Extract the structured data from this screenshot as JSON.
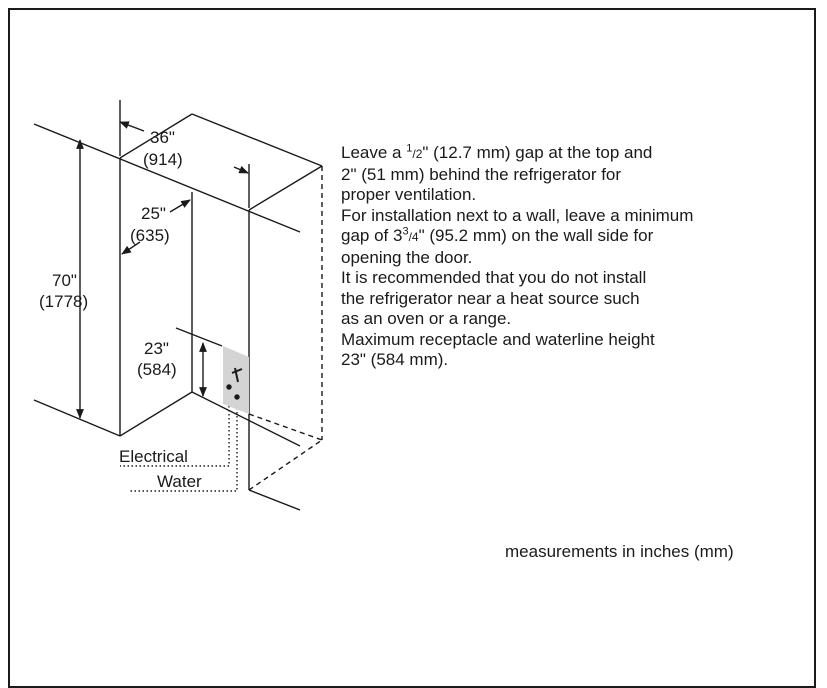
{
  "dimensions": {
    "width_in": "36\"",
    "width_mm": "(914)",
    "depth_in": "25\"",
    "depth_mm": "(635)",
    "height_in": "70\"",
    "height_mm": "(1778)",
    "utility_in": "23\"",
    "utility_mm": "(584)"
  },
  "labels": {
    "electrical": "Electrical",
    "water": "Water"
  },
  "notes": {
    "line1_a": "Leave a ",
    "line1_sup": "1",
    "line1_sub": "/2",
    "line1_b": "\" (12.7 mm) gap at the top and",
    "line2": "2\" (51 mm) behind the refrigerator for",
    "line3": "proper ventilation.",
    "line4": "For installation next to a wall, leave a minimum",
    "line5_a": "gap of 3",
    "line5_sup": "3",
    "line5_sub": "/4",
    "line5_b": "\" (95.2 mm) on the wall side for",
    "line6": "opening the door.",
    "line7": "It is recommended that you do not install",
    "line8": "the refrigerator near a heat source such",
    "line9": "as an oven or a range.",
    "line10": "Maximum receptacle and waterline height",
    "line11": "23\" (584 mm)."
  },
  "footer": "measurements in inches (mm)"
}
